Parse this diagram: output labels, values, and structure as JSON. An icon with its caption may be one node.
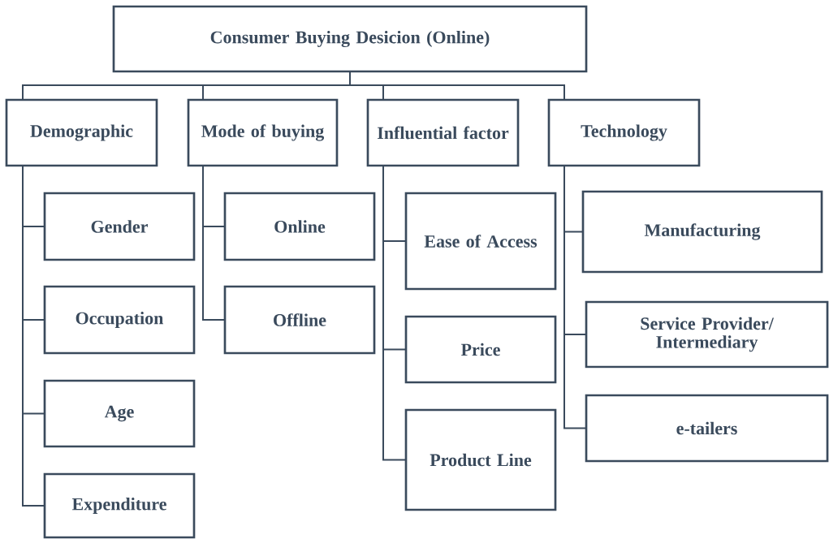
{
  "diagram": {
    "nodes": [
      {
        "text": [
          "Consumer Buying Desicion (Online)"
        ]
      },
      {
        "text": [
          "Demographic"
        ]
      },
      {
        "text": [
          "Mode of buying"
        ]
      },
      {
        "text": [
          "Influential factor"
        ]
      },
      {
        "text": [
          "Technology"
        ]
      },
      {
        "text": [
          "Gender"
        ]
      },
      {
        "text": [
          "Occupation"
        ]
      },
      {
        "text": [
          "Age"
        ]
      },
      {
        "text": [
          "Expenditure"
        ]
      },
      {
        "text": [
          "Online"
        ]
      },
      {
        "text": [
          "Offline"
        ]
      },
      {
        "text": [
          "Ease of Access"
        ]
      },
      {
        "text": [
          "Price"
        ]
      },
      {
        "text": [
          "Product Line"
        ]
      },
      {
        "text": [
          "Manufacturing"
        ]
      },
      {
        "text": [
          "Service Provider/ Intermediary"
        ]
      },
      {
        "text": [
          "e-tailers"
        ]
      }
    ],
    "edges": [
      {
        "from": 0,
        "to": 1,
        "arrow": "none"
      },
      {
        "from": 0,
        "to": 2,
        "arrow": "none"
      },
      {
        "from": 0,
        "to": 3,
        "arrow": "none"
      },
      {
        "from": 0,
        "to": 4,
        "arrow": "none"
      },
      {
        "from": 1,
        "to": 5,
        "arrow": "none"
      },
      {
        "from": 1,
        "to": 6,
        "arrow": "none"
      },
      {
        "from": 1,
        "to": 7,
        "arrow": "none"
      },
      {
        "from": 1,
        "to": 8,
        "arrow": "none"
      },
      {
        "from": 2,
        "to": 9,
        "arrow": "none"
      },
      {
        "from": 2,
        "to": 10,
        "arrow": "none"
      },
      {
        "from": 3,
        "to": 11,
        "arrow": "none"
      },
      {
        "from": 3,
        "to": 12,
        "arrow": "none"
      },
      {
        "from": 3,
        "to": 13,
        "arrow": "none"
      },
      {
        "from": 4,
        "to": 14,
        "arrow": "none"
      },
      {
        "from": 4,
        "to": 15,
        "arrow": "none"
      },
      {
        "from": 4,
        "to": 16,
        "arrow": "none"
      }
    ]
  }
}
